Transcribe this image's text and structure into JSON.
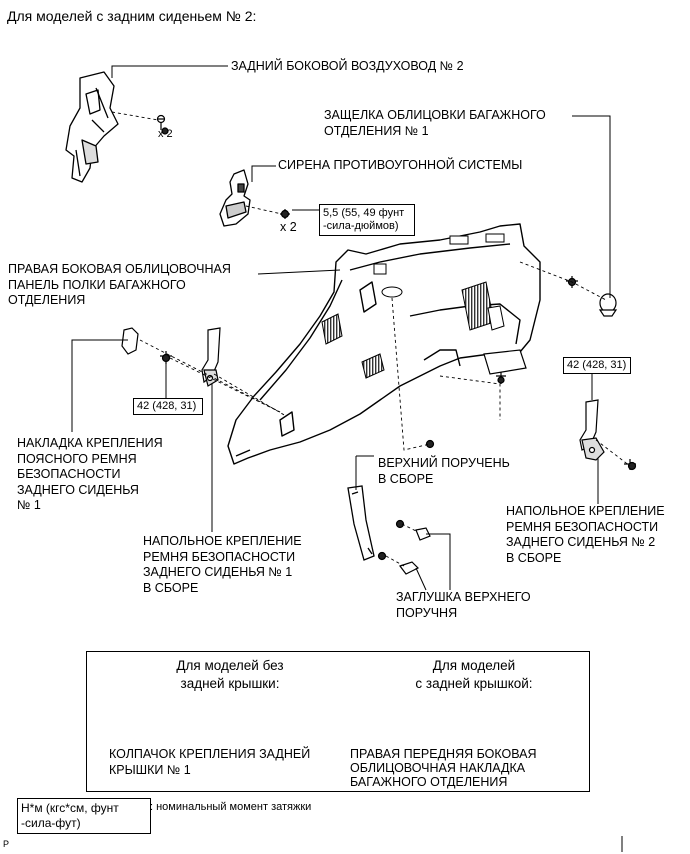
{
  "header": "Для моделей с задним сиденьем № 2:",
  "callouts": {
    "rear_side_duct": "ЗАДНИЙ БОКОВОЙ ВОЗДУХОВОД № 2",
    "trim_clip": "ЗАЩЕЛКА ОБЛИЦОВКИ БАГАЖНОГО\nОТДЕЛЕНИЯ № 1",
    "alarm_siren": "СИРЕНА ПРОТИВОУГОННОЙ СИСТЕМЫ",
    "torque_siren": "5,5 (55, 49 фунт\n-сила-дюймов)",
    "quarter_panel": "ПРАВАЯ БОКОВАЯ ОБЛИЦОВОЧНАЯ\nПАНЕЛЬ ПОЛКИ БАГАЖНОГО\nОТДЕЛЕНИЯ",
    "torque_left": "42 (428, 31)",
    "torque_right": "42 (428, 31)",
    "belt_cover": "НАКЛАДКА КРЕПЛЕНИЯ\nПОЯСНОГО РЕМНЯ\nБЕЗОПАСНОСТИ\nЗАДНЕГО СИДЕНЬЯ\n№ 1",
    "upper_handle": "ВЕРХНИЙ ПОРУЧЕНЬ\nВ СБОРЕ",
    "floor_anchor_2": "НАПОЛЬНОЕ КРЕПЛЕНИЕ\nРЕМНЯ БЕЗОПАСНОСТИ\nЗАДНЕГО СИДЕНЬЯ № 2\nВ СБОРЕ",
    "floor_anchor_1": "НАПОЛЬНОЕ КРЕПЛЕНИЕ\nРЕМНЯ БЕЗОПАСНОСТИ\nЗАДНЕГО СИДЕНЬЯ № 1\nВ СБОРЕ",
    "handle_cap": "ЗАГЛУШКА ВЕРХНЕГО\nПОРУЧНЯ",
    "qty_duct": "x 2",
    "qty_siren": "x 2"
  },
  "variants": {
    "left_title": "Для моделей без\nзадней крышки:",
    "right_title": "Для моделей\nс задней крышкой:",
    "left_part": "КОЛПАЧОК КРЕПЛЕНИЯ ЗАДНЕЙ\nКРЫШКИ № 1",
    "right_part": "ПРАВАЯ ПЕРЕДНЯЯ БОКОВАЯ\nОБЛИЦОВОЧНАЯ НАКЛАДКА\nБАГАЖНОГО ОТДЕЛЕНИЯ"
  },
  "legend": {
    "units": "Н*м (кгс*см, фунт\n-сила-фут)",
    "description": ": номинальный момент затяжки"
  },
  "footer_mark": "P"
}
